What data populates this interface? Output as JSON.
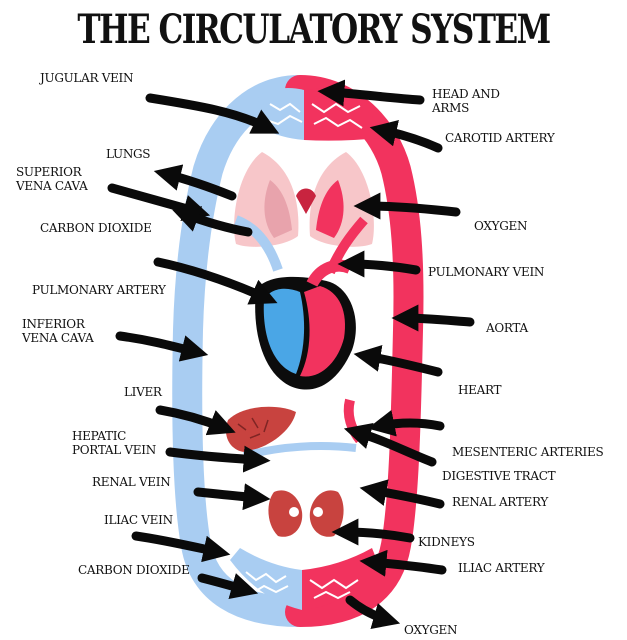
{
  "title": "THE CIRCULATORY SYSTEM",
  "labels": {
    "jugular_vein": "JUGULAR VEIN",
    "head_and_arms_1": "HEAD AND",
    "head_and_arms_2": "ARMS",
    "carotid_artery": "CAROTID ARTERY",
    "lungs": "LUNGS",
    "superior_vena_cava_1": "SUPERIOR",
    "superior_vena_cava_2": "VENA CAVA",
    "carbon_dioxide_top": "CARBON DIOXIDE",
    "oxygen_top": "OXYGEN",
    "pulmonary_vein": "PULMONARY VEIN",
    "pulmonary_artery": "PULMONARY ARTERY",
    "inferior_vena_cava_1": "INFERIOR",
    "inferior_vena_cava_2": "VENA CAVA",
    "aorta": "AORTA",
    "heart": "HEART",
    "liver": "LIVER",
    "hepatic_portal_vein_1": "HEPATIC",
    "hepatic_portal_vein_2": "PORTAL VEIN",
    "mesenteric_arteries": "MESENTERIC ARTERIES",
    "digestive_tract": "DIGESTIVE TRACT",
    "renal_vein": "RENAL VEIN",
    "renal_artery": "RENAL ARTERY",
    "iliac_vein": "ILIAC VEIN",
    "kidneys": "KIDNEYS",
    "carbon_dioxide_bottom": "CARBON DIOXIDE",
    "iliac_artery": "ILIAC ARTERY",
    "oxygen_bottom": "OXYGEN"
  },
  "colors": {
    "deoxygenated": "#a9cdf2",
    "oxygenated": "#f2335e",
    "lung_pink": "#f7c6c9",
    "organ_red": "#c8433f",
    "arrow": "#0a0a0a"
  }
}
